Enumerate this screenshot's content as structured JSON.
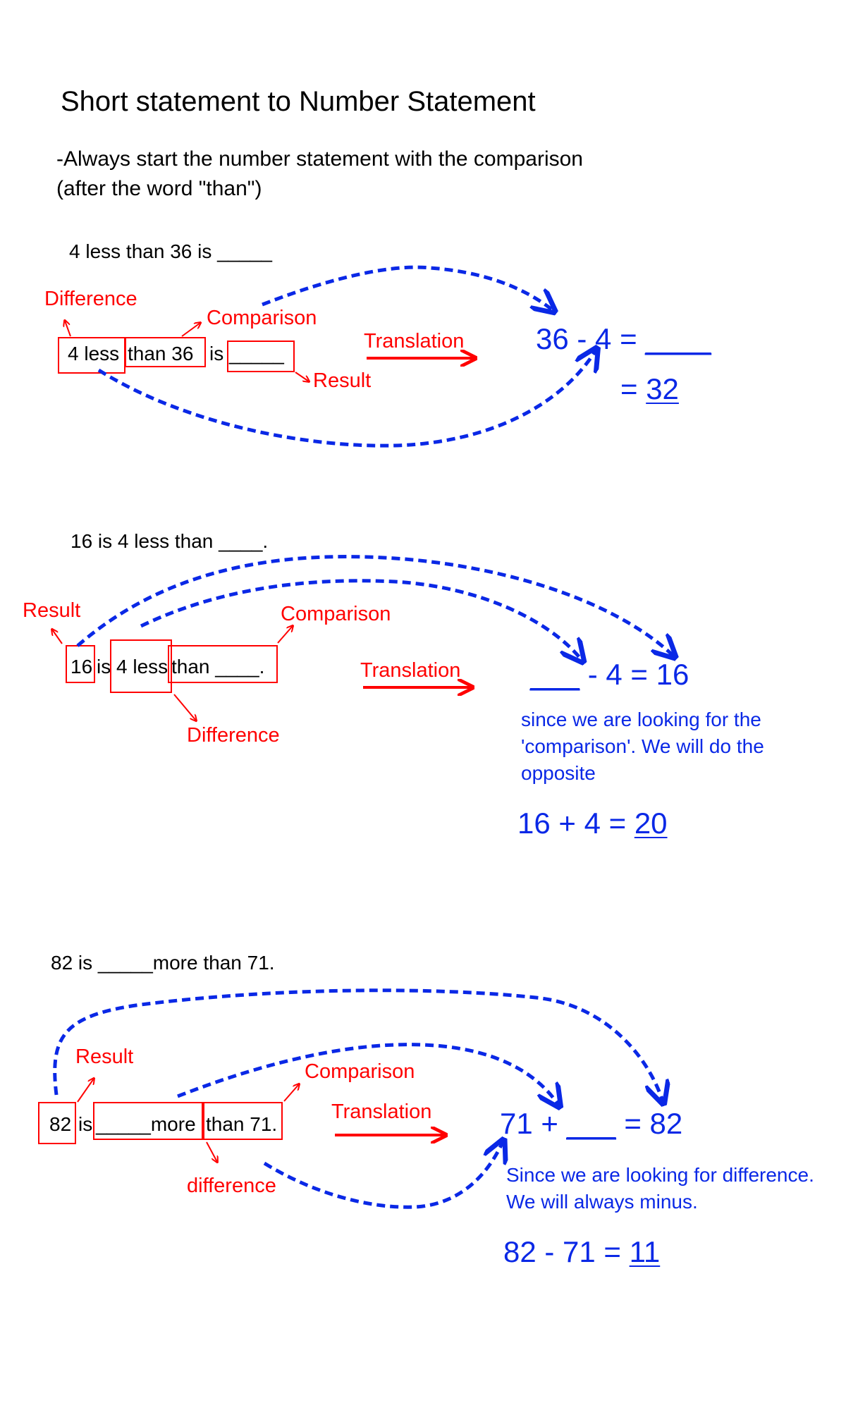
{
  "colors": {
    "label_red": "#ff0000",
    "arrow_blue": "#0a28e6"
  },
  "title": "Short statement to Number Statement",
  "instruction": {
    "line1": "-Always start the number statement with the comparison",
    "line2": "(after the word \"than\")"
  },
  "section1": {
    "statement": "4 less than 36 is _____",
    "parts": {
      "difference": "4 less",
      "comparison": "than 36",
      "is": "is",
      "result": "_____"
    },
    "labels": {
      "difference": "Difference",
      "comparison": "Comparison",
      "result": "Result",
      "translation": "Translation"
    },
    "equation": {
      "start": "36 - 4 = ",
      "blank": "____"
    },
    "answer": {
      "prefix": "= ",
      "value": "32"
    }
  },
  "section2": {
    "statement": "16 is 4 less than ____.",
    "parts": {
      "result": "16",
      "is": "is",
      "difference": "4 less",
      "comparison": "than ____."
    },
    "labels": {
      "result": "Result",
      "comparison": "Comparison",
      "difference": "Difference",
      "translation": "Translation"
    },
    "equation": {
      "blank": "___",
      "rest": " - 4 = 16"
    },
    "note": "since we are looking for the 'comparison'. We will do the opposite",
    "answer": {
      "prefix": "16 + 4 = ",
      "value": "20"
    }
  },
  "section3": {
    "statement": "82 is _____more than 71.",
    "parts": {
      "result": "82",
      "is": "is",
      "difference": "_____more",
      "comparison": "than 71."
    },
    "labels": {
      "result": "Result",
      "comparison": "Comparison",
      "difference": "difference",
      "translation": "Translation"
    },
    "equation": {
      "start": "71  + ",
      "blank": "___",
      "end": " = 82"
    },
    "note": "Since we are looking for difference. We will always minus.",
    "answer": {
      "prefix": "82 - 71 = ",
      "value": "11"
    }
  }
}
